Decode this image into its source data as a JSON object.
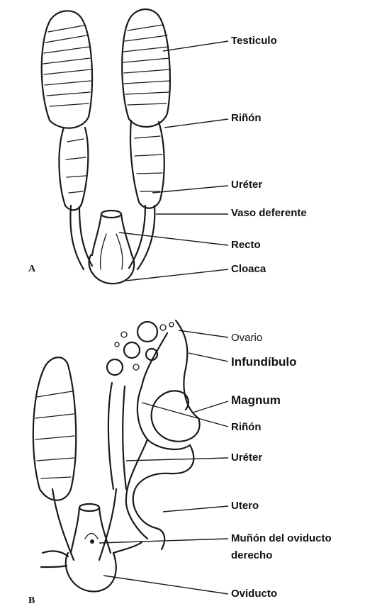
{
  "panels": {
    "a": "A",
    "b": "B"
  },
  "labels_a": {
    "testiculo": "Testiculo",
    "rinon": "Riñón",
    "ureter": "Uréter",
    "vaso_deferente": "Vaso deferente",
    "recto": "Recto",
    "cloaca": "Cloaca"
  },
  "labels_b": {
    "ovario": "Ovario",
    "infundibulo": "Infundíbulo",
    "magnum": "Magnum",
    "rinon": "Riñón",
    "ureter": "Uréter",
    "utero": "Utero",
    "munon_1": "Muñón del oviducto",
    "munon_2": "derecho",
    "oviducto": "Oviducto"
  }
}
